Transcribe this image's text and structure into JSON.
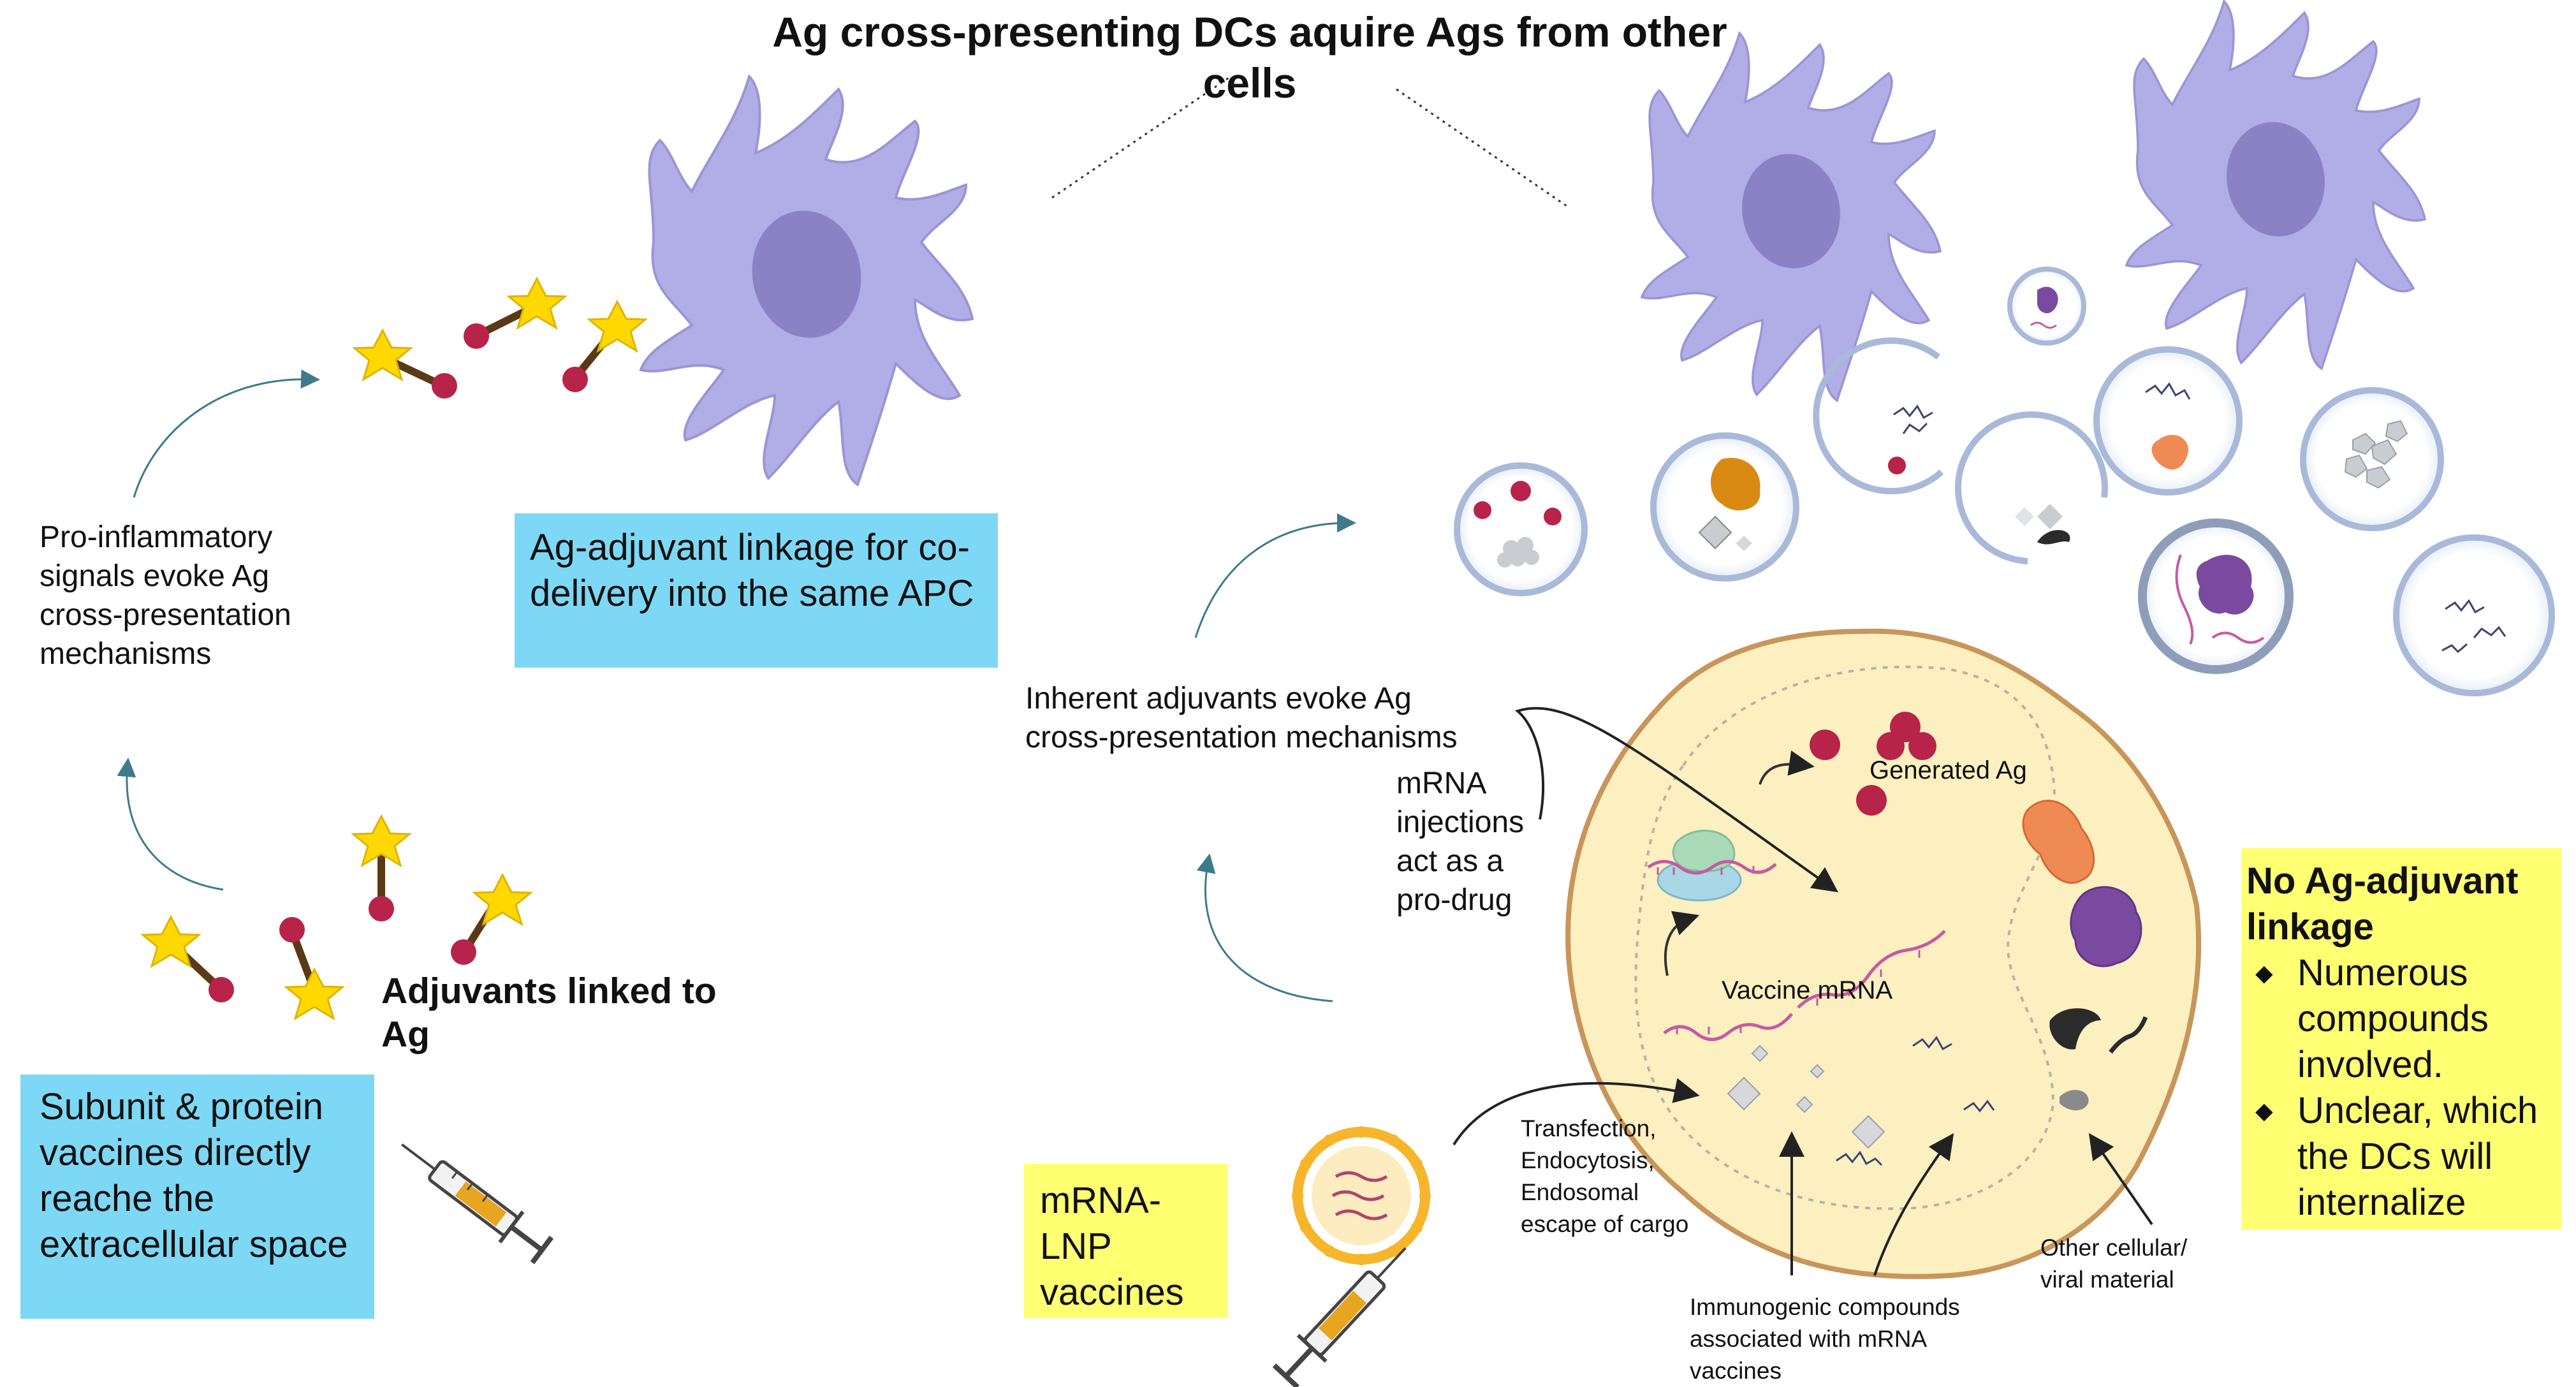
{
  "title": "Ag cross-presenting DCs aquire Ags from other cells",
  "left": {
    "pro_inflammatory": "Pro-inflammatory signals evoke Ag cross-presentation mechanisms",
    "linkage_box": "Ag-adjuvant linkage for co-delivery into the same APC",
    "adjuvants_linked": "Adjuvants linked to Ag",
    "subunit_box": "Subunit & protein vaccines directly reache the extracellular space"
  },
  "right": {
    "inherent_adjuvants": "Inherent adjuvants evoke Ag cross-presentation mechanisms",
    "mrna_prodrug": "mRNA injections act as a pro-drug",
    "generated_ag": "Generated Ag",
    "vaccine_mrna": "Vaccine mRNA",
    "transfection": "Transfection, Endocytosis, Endosomal escape of cargo",
    "immunogenic": "Immunogenic compounds associated with mRNA vaccines",
    "other_material": "Other cellular/ viral material",
    "lnp_box": "mRNA-LNP vaccines",
    "no_linkage": {
      "heading": "No Ag-adjuvant linkage",
      "bullets": [
        "Numerous compounds involved.",
        "Unclear, which the DCs will internalize"
      ]
    }
  },
  "colors": {
    "dc_cell": "#b1ade6",
    "dc_nucleus": "#8a82c4",
    "cell_fill": "#fdf0c0",
    "cell_border": "#c8955a",
    "label_blue": "#7dd8f5",
    "label_yellow": "#ffff72",
    "antigen_red": "#b8234a",
    "adjuvant_star": "#ffd800",
    "arrow_teal": "#3d7a8c"
  },
  "icons": [
    "dendritic-cell-icon",
    "syringe-icon",
    "lipid-nanoparticle-icon",
    "vesicle-icon",
    "ribosome-icon",
    "protein-icon",
    "mrna-strand-icon",
    "adjuvant-star-icon",
    "antigen-ball-icon"
  ]
}
